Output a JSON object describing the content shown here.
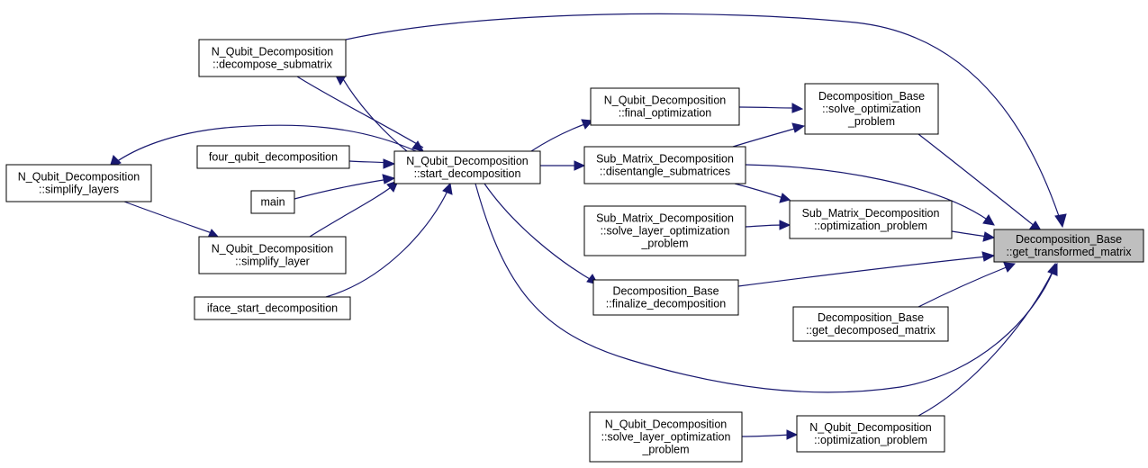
{
  "graph": {
    "edge_color": "#191970",
    "highlight_fill": "#bfbfbf",
    "nodes": [
      {
        "id": "gtm",
        "lines": [
          "Decomposition_Base",
          "::get_transformed_matrix"
        ],
        "highlight": true
      },
      {
        "id": "nqd_ds",
        "lines": [
          "N_Qubit_Decomposition",
          "::decompose_submatrix"
        ]
      },
      {
        "id": "nqd_sl",
        "lines": [
          "N_Qubit_Decomposition",
          "::simplify_layers"
        ]
      },
      {
        "id": "nqd_sd",
        "lines": [
          "N_Qubit_Decomposition",
          "::start_decomposition"
        ]
      },
      {
        "id": "fqd",
        "lines": [
          "four_qubit_decomposition"
        ]
      },
      {
        "id": "main",
        "lines": [
          "main"
        ]
      },
      {
        "id": "nqd_sly",
        "lines": [
          "N_Qubit_Decomposition",
          "::simplify_layer"
        ]
      },
      {
        "id": "iface",
        "lines": [
          "iface_start_decomposition"
        ]
      },
      {
        "id": "nqd_fo",
        "lines": [
          "N_Qubit_Decomposition",
          "::final_optimization"
        ]
      },
      {
        "id": "smd_ds",
        "lines": [
          "Sub_Matrix_Decomposition",
          "::disentangle_submatrices"
        ]
      },
      {
        "id": "smd_slop",
        "lines": [
          "Sub_Matrix_Decomposition",
          "::solve_layer_optimization",
          "_problem"
        ]
      },
      {
        "id": "db_fd",
        "lines": [
          "Decomposition_Base",
          "::finalize_decomposition"
        ]
      },
      {
        "id": "db_sop",
        "lines": [
          "Decomposition_Base",
          "::solve_optimization",
          "_problem"
        ]
      },
      {
        "id": "smd_op",
        "lines": [
          "Sub_Matrix_Decomposition",
          "::optimization_problem"
        ]
      },
      {
        "id": "db_gdm",
        "lines": [
          "Decomposition_Base",
          "::get_decomposed_matrix"
        ]
      },
      {
        "id": "nqd_slop",
        "lines": [
          "N_Qubit_Decomposition",
          "::solve_layer_optimization",
          "_problem"
        ]
      },
      {
        "id": "nqd_op",
        "lines": [
          "N_Qubit_Decomposition",
          "::optimization_problem"
        ]
      }
    ]
  }
}
